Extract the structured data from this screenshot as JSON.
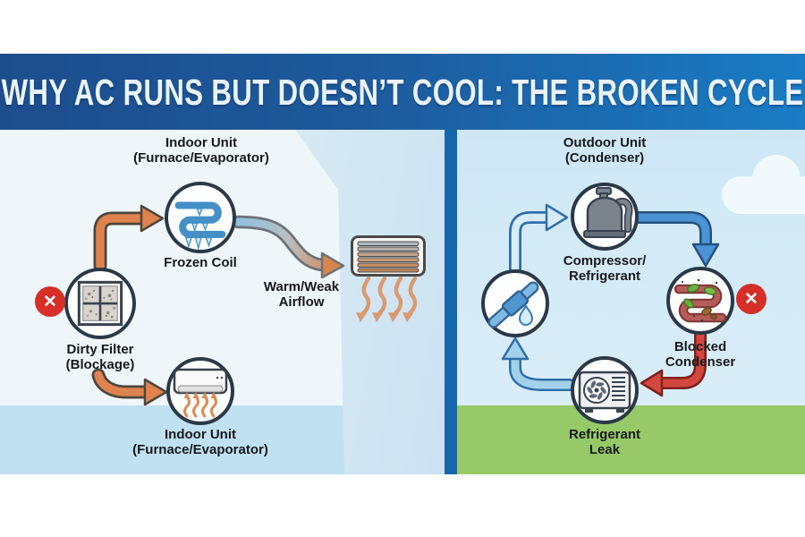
{
  "header": {
    "title": "WHY AC RUNS BUT DOESN’T COOL: THE BROKEN CYCLE"
  },
  "indoor_panel": {
    "unit_top": {
      "title": "Indoor Unit\n(Furnace/Evaporator)",
      "caption": "Frozen Coil"
    },
    "dirty_filter": {
      "caption": "Dirty Filter\n(Blockage)"
    },
    "airflow": {
      "caption": "Warm/Weak\nAirflow"
    },
    "unit_bottom": {
      "caption": "Indoor Unit\n(Furnace/Evaporator)"
    }
  },
  "outdoor_panel": {
    "unit_top": {
      "title": "Outdoor Unit\n(Condenser)",
      "caption": "Compressor/\nRefrigerant"
    },
    "blocked_condenser": {
      "caption": "Blocked\nCondenser"
    },
    "refrigerant_leak": {
      "caption": "Refrigerant\nLeak"
    }
  },
  "icons": {
    "error_x": "✕",
    "names": [
      "frozen-coil-icon",
      "dirty-filter-icon",
      "indoor-unit-icon",
      "vent-grille-icon",
      "compressor-icon",
      "refrigerant-leak-icon",
      "blocked-condenser-icon",
      "outdoor-fan-unit-icon",
      "error-x-icon",
      "cloud-icon"
    ]
  },
  "colors": {
    "header_left": "#1d4d8c",
    "header_right": "#1a7cc4",
    "divider": "#1467ac",
    "indoor_wall": "#eef6fa",
    "indoor_floor": "#c0e1f2",
    "sky": "#d6ecf8",
    "grass": "#97c968",
    "arrow_orange": "#df834e",
    "arrow_blue": "#4b93d4",
    "arrow_light_blue": "#a3d1ec",
    "arrow_pale_blue": "#d7ebf8",
    "arrow_red": "#d2473e",
    "error_red": "#d62f28",
    "node_border": "#2b3947"
  }
}
